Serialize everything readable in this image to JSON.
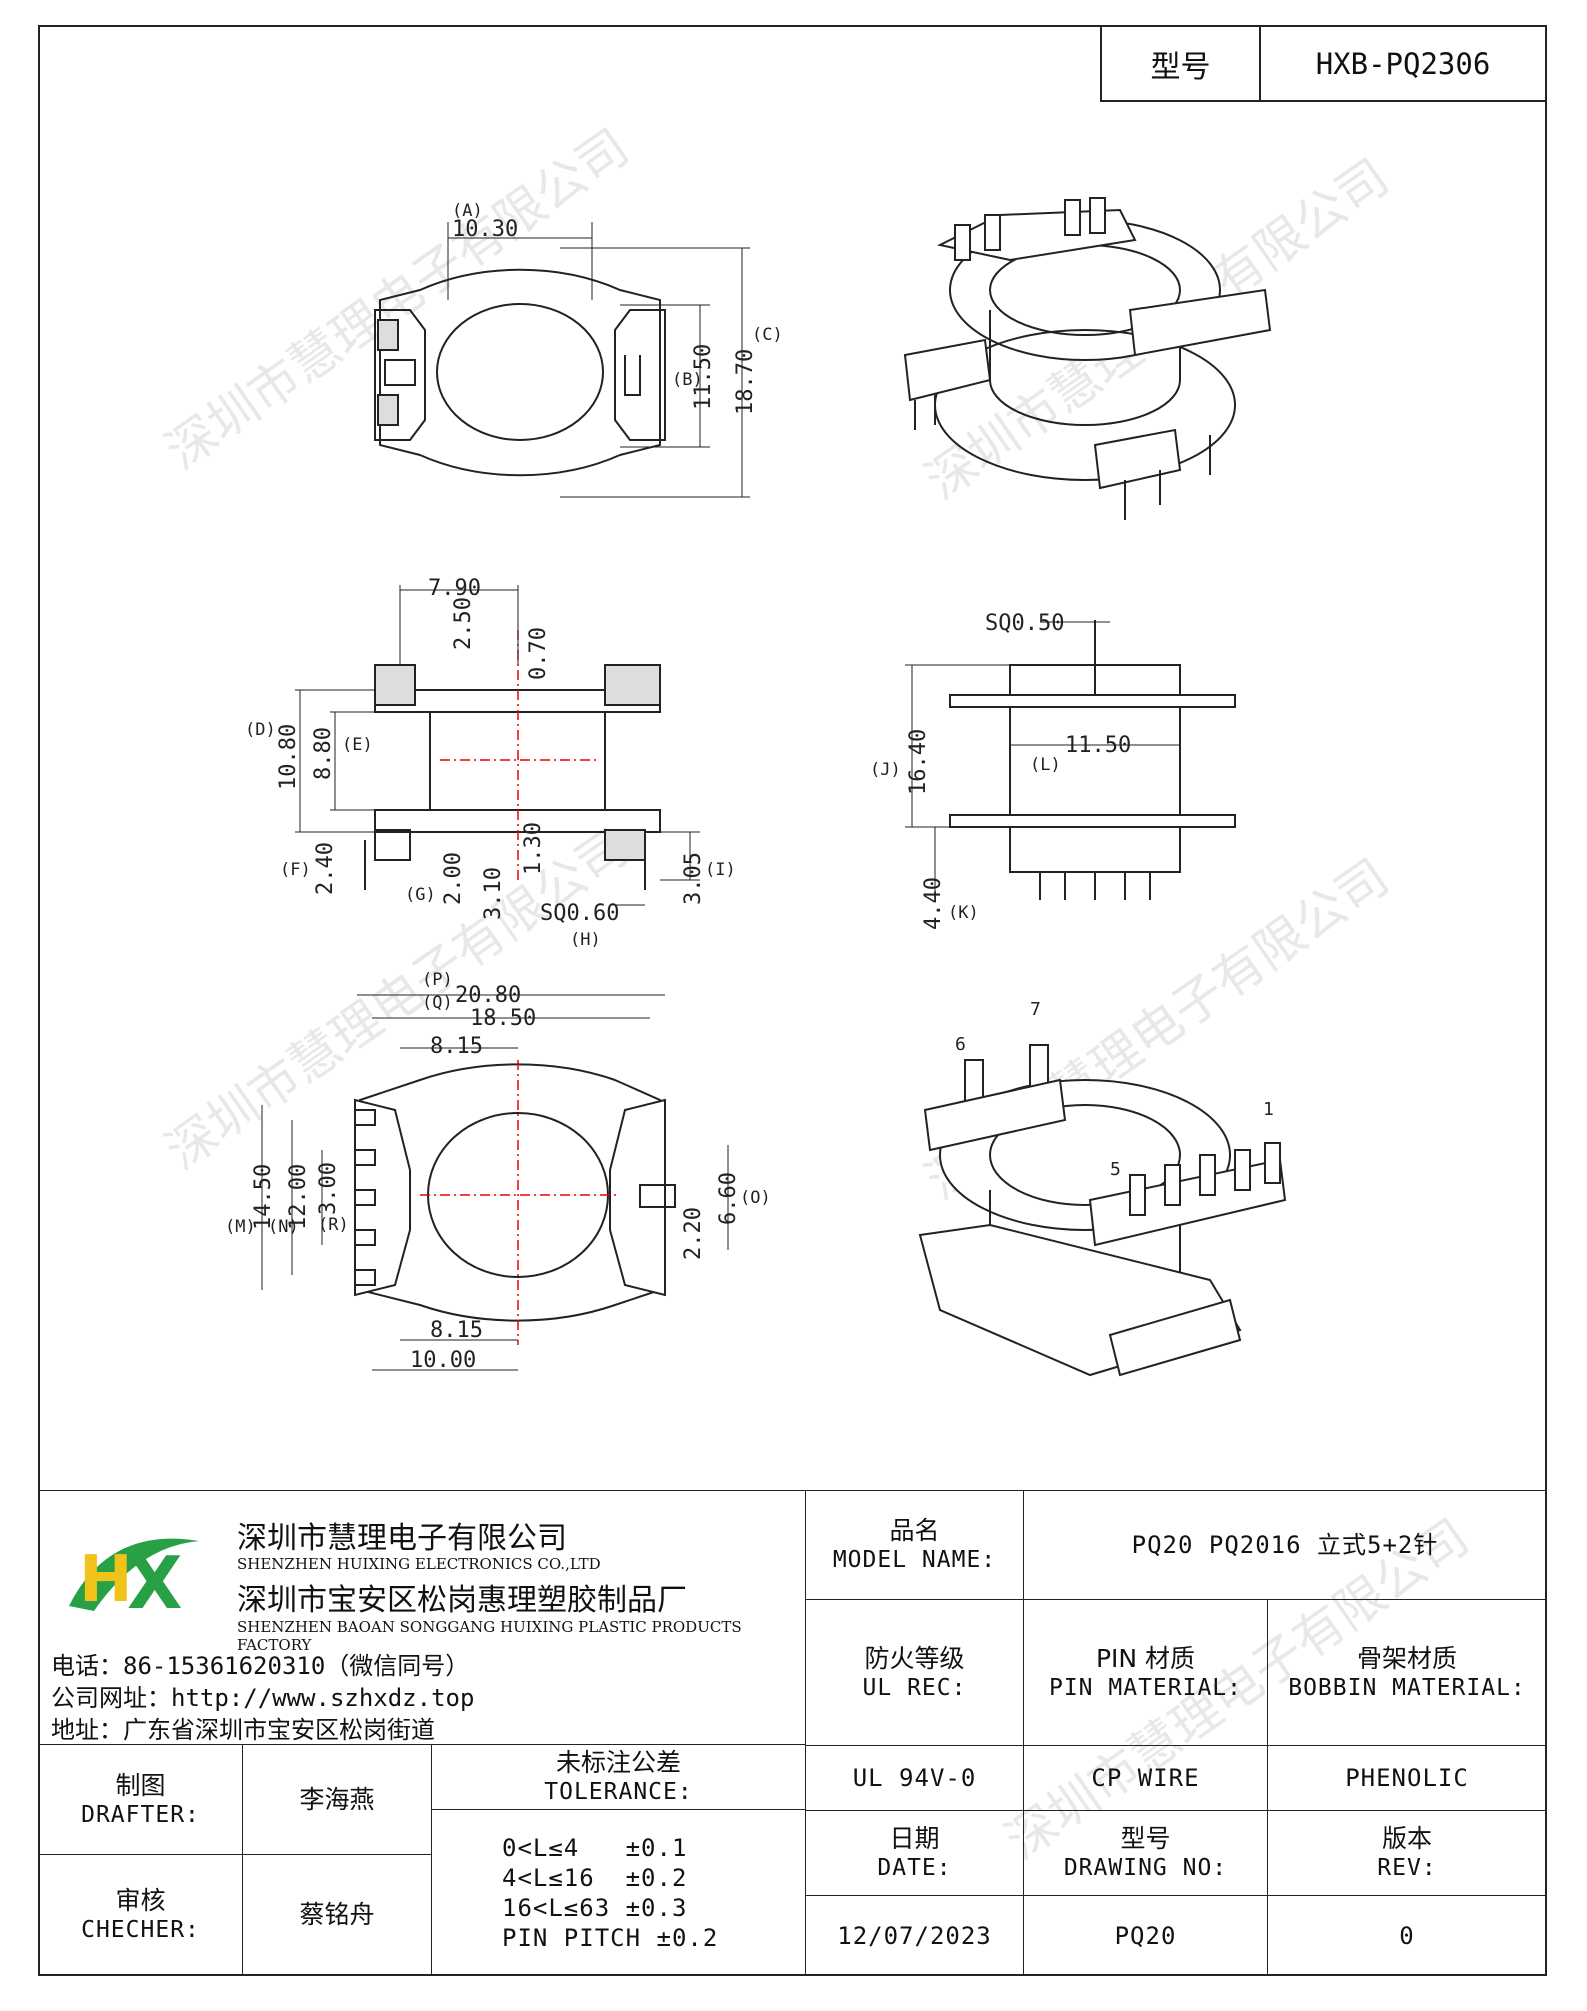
{
  "header": {
    "model_label": "型号",
    "model_value": "HXB-PQ2306"
  },
  "company": {
    "name_cn": "深圳市慧理电子有限公司",
    "name_en": "SHENZHEN HUIXING ELECTRONICS CO.,LTD",
    "factory_cn": "深圳市宝安区松岗惠理塑胶制品厂",
    "factory_en": "SHENZHEN BAOAN SONGGANG HUIXING PLASTIC PRODUCTS FACTORY",
    "phone": "电话：86-15361620310（微信同号）",
    "website": "公司网址：http://www.szhxdz.top",
    "address": "地址：广东省深圳市宝安区松岗街道",
    "logo_text": "HX",
    "logo_colors": {
      "h": "#f0c21a",
      "x": "#27a046",
      "swoosh": "#27a046"
    }
  },
  "watermark": "深圳市慧理电子有限公司",
  "title_block": {
    "model_name_cn": "品名",
    "model_name_en": "MODEL NAME:",
    "model_name_value": "PQ20 PQ2016 立式5+2针",
    "ul_cn": "防火等级",
    "ul_en": "UL REC:",
    "pin_mat_cn": "PIN 材质",
    "pin_mat_en": "PIN MATERIAL:",
    "bobbin_cn": "骨架材质",
    "bobbin_en": "BOBBIN MATERIAL:",
    "ul_value": "UL 94V-0",
    "pin_value": "CP WIRE",
    "bobbin_value": "PHENOLIC",
    "drafter_cn": "制图",
    "drafter_en": "DRAFTER:",
    "drafter_name": "李海燕",
    "checker_cn": "审核",
    "checker_en": "CHECHER:",
    "checker_name": "蔡铭舟",
    "tol_cn": "未标注公差",
    "tol_en": "TOLERANCE:",
    "tol_lines": [
      "0<L≤4   ±0.1",
      "4<L≤16  ±0.2",
      "16<L≤63 ±0.3",
      "PIN PITCH ±0.2"
    ],
    "date_cn": "日期",
    "date_en": "DATE:",
    "date_value": "12/07/2023",
    "drawing_cn": "型号",
    "drawing_en": "DRAWING NO:",
    "drawing_value": "PQ20",
    "rev_cn": "版本",
    "rev_en": "REV:",
    "rev_value": "0"
  },
  "dims": {
    "a": "10.30",
    "a_tag": "(A)",
    "b": "11.50",
    "b_tag": "(B)",
    "c": "18.70",
    "c_tag": "(C)",
    "d": "10.80",
    "d_tag": "(D)",
    "e": "8.80",
    "e_tag": "(E)",
    "f": "2.40",
    "f_tag": "(F)",
    "g": "2.00",
    "g_tag": "(G)",
    "h": "SQ0.60",
    "h_tag": "(H)",
    "i": "3.05",
    "i_tag": "(I)",
    "j": "16.40",
    "j_tag": "(J)",
    "k": "4.40",
    "k_tag": "(K)",
    "l": "11.50",
    "l_tag": "(L)",
    "m": "14.50",
    "m_tag": "(M)",
    "n": "12.00",
    "n_tag": "(N)",
    "o": "6.60",
    "o_tag": "(O)",
    "p": "20.80",
    "p_tag": "(P)",
    "q": "18.50",
    "q_tag": "(Q)",
    "r": "3.00",
    "r_tag": "(R)",
    "side_top": "7.90",
    "side_250": "2.50",
    "side_070": "0.70",
    "side_310": "3.10",
    "side_130": "1.30",
    "sq050": "SQ0.50",
    "bot_815a": "8.15",
    "bot_815b": "8.15",
    "bot_1000": "10.00",
    "bot_220": "2.20",
    "pins": [
      "1",
      "5",
      "6",
      "7"
    ]
  }
}
